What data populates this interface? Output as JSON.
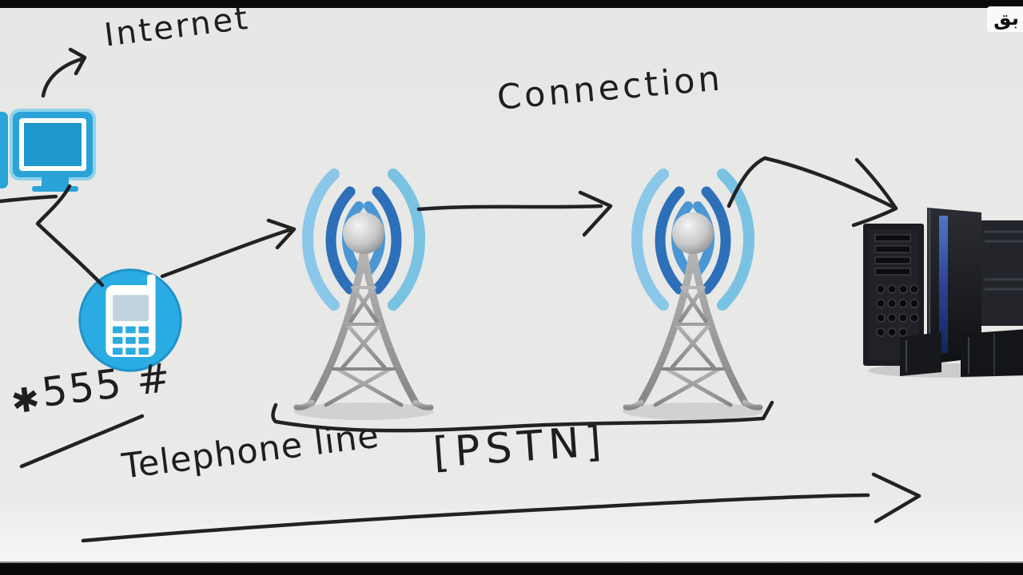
{
  "labels": {
    "internet": "Internet",
    "connection": "Connection",
    "dial": {
      "star": "✱",
      "digits": "555 #"
    },
    "telephone_line": "Telephone line",
    "pstn": "[PSTN]"
  },
  "watermark": {
    "text": "بق"
  },
  "icons": [
    "desktop-computer-icon",
    "mobile-phone-icon",
    "cell-tower-1-icon",
    "cell-tower-2-icon",
    "server-rack-icon"
  ],
  "colors": {
    "background": "#e8e8e7",
    "letterbox": "#0a0a0a",
    "ink": "#222222",
    "device_blue": "#2aa3d8",
    "screen_blue": "#1e97cf",
    "phone_circle_blue": "#2aabe2",
    "signal_arc_light": "#8ac7e8",
    "signal_arc_dark": "#2d6fb8",
    "signal_arc_mid": "#4b97d4",
    "tower_gray": "#a0a0a0",
    "server_black": "#17181c",
    "server_stripe_blue": "#3a5bb0"
  }
}
